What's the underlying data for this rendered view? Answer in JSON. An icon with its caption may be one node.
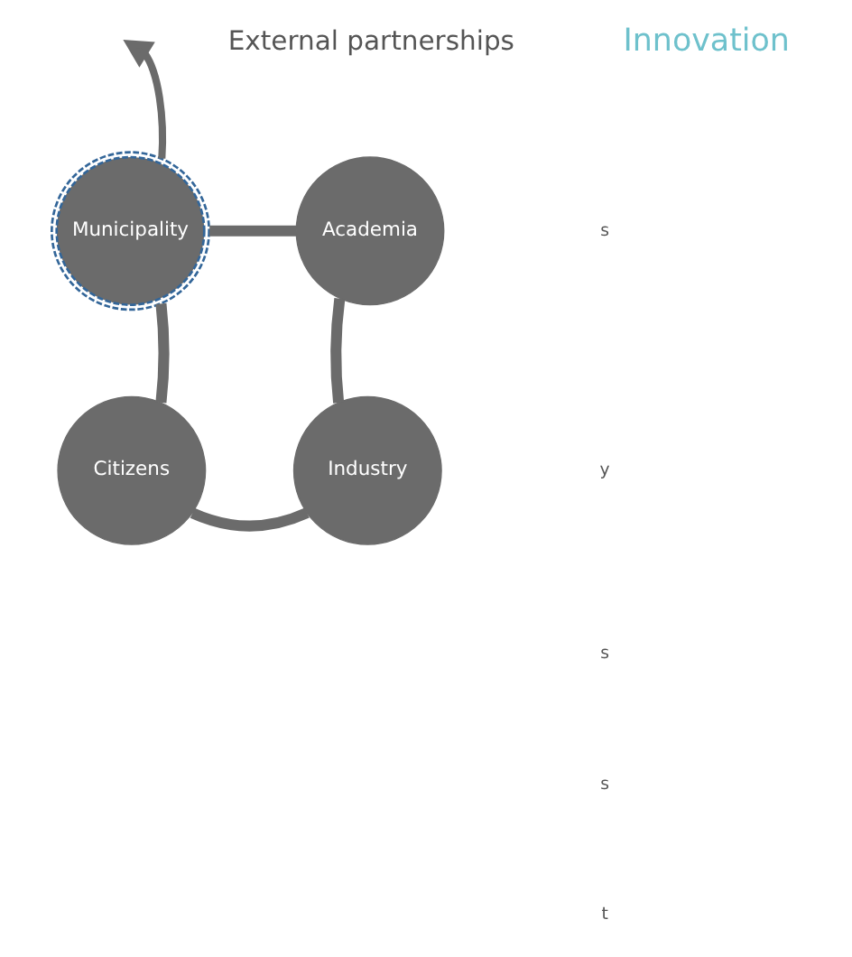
{
  "diagram": {
    "nodes": [
      {
        "text": [
          "Municipality"
        ]
      },
      {
        "text": [
          "Academia"
        ]
      },
      {
        "text": [
          "Citizens"
        ]
      },
      {
        "text": [
          "Industry"
        ]
      }
    ],
    "edges": [
      {
        "from": 0,
        "to": 1,
        "arrow": "none"
      },
      {
        "from": 1,
        "to": 3,
        "arrow": "none"
      },
      {
        "from": 3,
        "to": 2,
        "arrow": "none"
      },
      {
        "from": 2,
        "to": 0,
        "arrow": "none"
      },
      {
        "from": 0,
        "to": null,
        "arrow": "to"
      }
    ],
    "labels": [
      "External partnerships",
      "s",
      "y",
      "s",
      "s",
      "t",
      "Innovation"
    ]
  }
}
